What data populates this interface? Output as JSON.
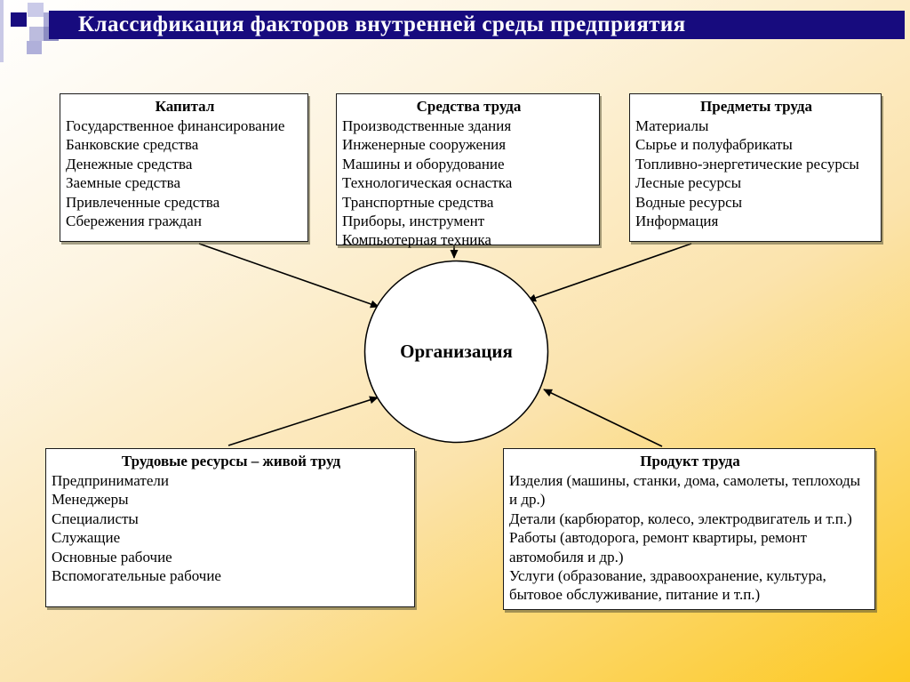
{
  "slide": {
    "title": "Классификация факторов внутренней среды предприятия",
    "colors": {
      "title_bar": "#170b7e",
      "title_text": "#ffffff",
      "background_top_left": "#ffffff",
      "background_bottom_right": "#fdc922",
      "box_fill": "#ffffff",
      "box_border": "#1b1b1b",
      "arrow": "#000000"
    }
  },
  "center": {
    "label": "Организация"
  },
  "boxes": [
    {
      "title": "Капитал",
      "items": [
        "Государственное финансирование",
        "Банковские средства",
        "Денежные средства",
        "Заемные средства",
        "Привлеченные средства",
        "Сбережения граждан"
      ]
    },
    {
      "title": "Средства труда",
      "items": [
        "Производственные здания",
        "Инженерные сооружения",
        "Машины и оборудование",
        "Технологическая оснастка",
        "Транспортные средства",
        "Приборы, инструмент",
        "Компьютерная техника"
      ]
    },
    {
      "title": "Предметы труда",
      "items": [
        "Материалы",
        "Сырье и полуфабрикаты",
        "Топливно-энергетические ресурсы",
        "Лесные ресурсы",
        "Водные ресурсы",
        "Информация"
      ]
    },
    {
      "title": "Трудовые ресурсы – живой труд",
      "items": [
        "Предприниматели",
        "Менеджеры",
        "Специалисты",
        "Служащие",
        "Основные рабочие",
        "Вспомогательные рабочие"
      ]
    },
    {
      "title": "Продукт труда",
      "items": [
        "Изделия (машины, станки, дома, самолеты, теплоходы и др.)",
        "Детали (карбюратор, колесо, электродвигатель и т.п.)",
        "Работы (автодорога, ремонт  квартиры, ремонт автомобиля и др.)",
        "Услуги (образование, здравоохранение, культура, бытовое обслуживание, питание и т.п.)"
      ]
    }
  ]
}
